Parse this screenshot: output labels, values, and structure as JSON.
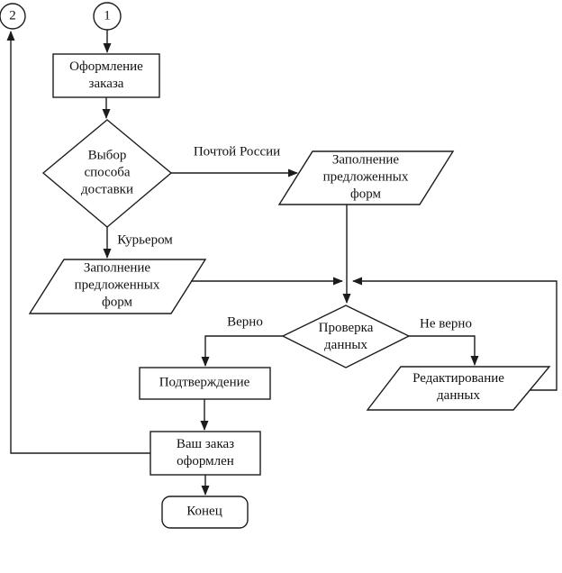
{
  "flow": {
    "background": "#ffffff",
    "stroke_color": "#1c1c1c",
    "nodes": {
      "connector_side": "2",
      "connector_top": "1",
      "start_box": "Оформление\nзаказа",
      "delivery_choice": "Выбор\nспособа\nдоставки",
      "post_forms": "Заполнение\nпредложенных\nформ",
      "courier_forms": "Заполнение\nпредложенных\nформ",
      "data_check": "Проверка\nданных",
      "confirmation": "Подтверждение",
      "edit_data": "Редактирование\nданных",
      "order_done": "Ваш заказ\nоформлен",
      "end": "Конец"
    },
    "edge_labels": {
      "post": "Почтой России",
      "courier": "Курьером",
      "valid": "Верно",
      "invalid": "Не верно"
    }
  }
}
